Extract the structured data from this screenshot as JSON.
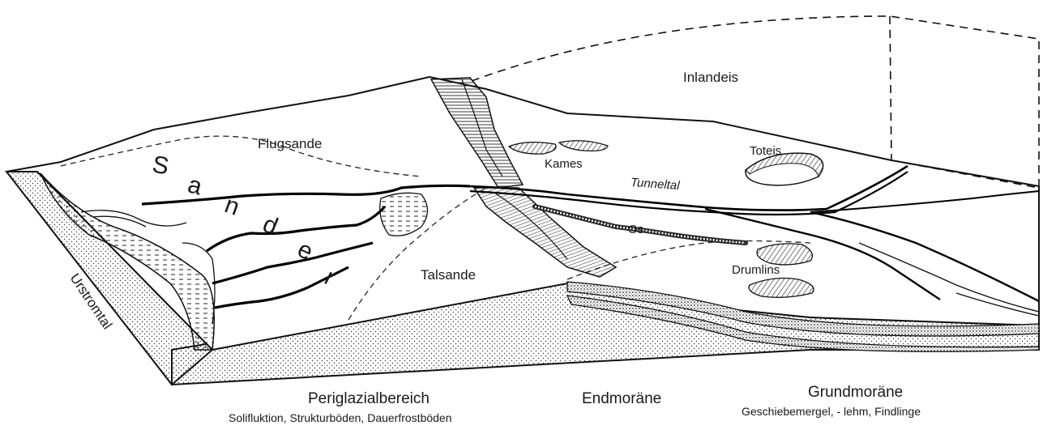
{
  "diagram": {
    "labels": {
      "inlandeis": "Inlandeis",
      "flugsande": "Flugsande",
      "sander_letters": [
        "S",
        "a",
        "n",
        "d",
        "e",
        "r"
      ],
      "kames": "Kames",
      "toteis": "Toteis",
      "tunneltal": "Tunneltal",
      "os": "Os",
      "drumlins": "Drumlins",
      "talsande": "Talsande",
      "urstromtal": "Urstromtal"
    },
    "captions": {
      "periglazial_title": "Periglazialbereich",
      "periglazial_sub": "Solifluktion, Strukturböden, Dauerfrostböden",
      "endmoraene_title": "Endmoräne",
      "grundmoraene_title": "Grundmoräne",
      "grundmoraene_sub": "Geschiebemergel, - lehm, Findlinge"
    }
  }
}
